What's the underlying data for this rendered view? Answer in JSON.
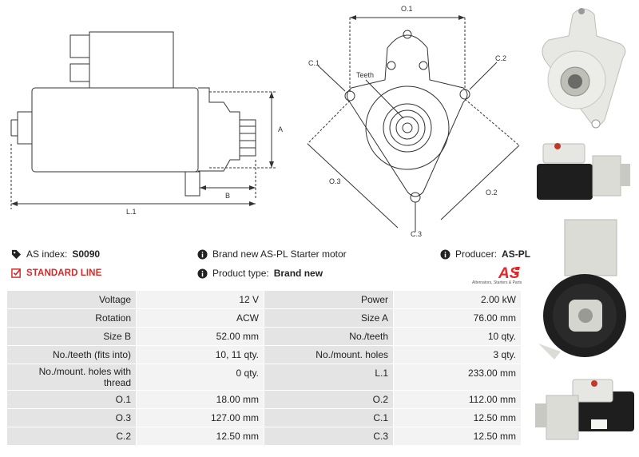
{
  "drawing": {
    "labels": {
      "o1": "O.1",
      "c1": "C.1",
      "c2": "C.2",
      "teeth": "Teeth",
      "a": "A",
      "b": "B",
      "l1": "L.1",
      "o3": "O.3",
      "o2": "O.2",
      "c3": "C.3"
    }
  },
  "info": {
    "as_index_label": "AS index:",
    "as_index_value": "S0090",
    "description": "Brand new AS-PL Starter motor",
    "producer_label": "Producer:",
    "producer_value": "AS-PL",
    "standard_line": "STANDARD LINE",
    "product_type_label": "Product type:",
    "product_type_value": "Brand new"
  },
  "logo": {
    "text": "AS",
    "tagline": "Alternators, Starters & Parts",
    "color": "#e3262a"
  },
  "specs": [
    {
      "l1": "Voltage",
      "v1": "12 V",
      "l2": "Power",
      "v2": "2.00 kW"
    },
    {
      "l1": "Rotation",
      "v1": "ACW",
      "l2": "Size A",
      "v2": "76.00 mm"
    },
    {
      "l1": "Size B",
      "v1": "52.00 mm",
      "l2": "No./teeth",
      "v2": "10 qty."
    },
    {
      "l1": "No./teeth (fits into)",
      "v1": "10, 11 qty.",
      "l2": "No./mount. holes",
      "v2": "3 qty."
    },
    {
      "l1": "No./mount. holes with thread",
      "v1": "0 qty.",
      "l2": "L.1",
      "v2": "233.00 mm"
    },
    {
      "l1": "O.1",
      "v1": "18.00 mm",
      "l2": "O.2",
      "v2": "112.00 mm"
    },
    {
      "l1": "O.3",
      "v1": "127.00 mm",
      "l2": "C.1",
      "v2": "12.50 mm"
    },
    {
      "l1": "C.2",
      "v1": "12.50 mm",
      "l2": "C.3",
      "v2": "12.50 mm"
    }
  ],
  "colors": {
    "accent_red": "#d62a2a",
    "label_bg": "#e4e4e4",
    "value_bg": "#f3f3f3"
  },
  "icons": {
    "tag": "tag-icon",
    "info": "info-icon",
    "check": "checkbox-icon"
  }
}
